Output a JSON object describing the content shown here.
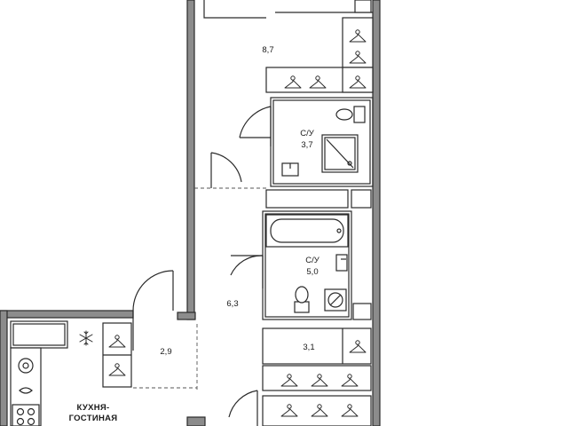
{
  "rooms": {
    "hallway_upper_area": "8,7",
    "bathroom_1_title": "С/У",
    "bathroom_1_area": "3,7",
    "bathroom_2_title": "С/У",
    "bathroom_2_area": "5,0",
    "corridor_area": "6,3",
    "storage_area": "3,1",
    "entry_area": "2,9",
    "kitchen_line1": "КУХНЯ-",
    "kitchen_line2": "ГОСТИНАЯ"
  },
  "icons": {
    "hanger": "hanger-icon",
    "snowflake": "snowflake-icon",
    "sink": "sink-icon",
    "toilet": "toilet-icon",
    "shower": "shower-icon",
    "bathtub": "bathtub-icon",
    "washer": "washing-machine-icon",
    "stove": "stove-icon"
  },
  "colors": {
    "wall_fill": "#8c8c8c",
    "line": "#2a2a2a",
    "background": "#ffffff"
  }
}
